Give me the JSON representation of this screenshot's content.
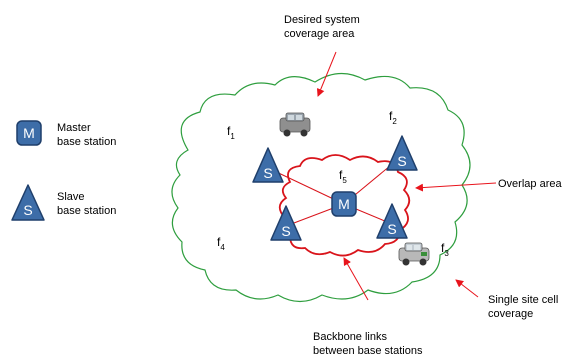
{
  "legend": {
    "master_letter": "M",
    "master_line1": "Master",
    "master_line2": "base station",
    "slave_letter": "S",
    "slave_line1": "Slave",
    "slave_line2": "base station"
  },
  "callouts": {
    "desired_line1": "Desired system",
    "desired_line2": "coverage area",
    "overlap": "Overlap area",
    "single_line1": "Single site cell",
    "single_line2": "coverage",
    "backbone_line1": "Backbone links",
    "backbone_line2": "between base stations"
  },
  "frequencies": {
    "f1": {
      "base": "f",
      "sub": "1"
    },
    "f2": {
      "base": "f",
      "sub": "2"
    },
    "f3": {
      "base": "f",
      "sub": "3"
    },
    "f4": {
      "base": "f",
      "sub": "4"
    },
    "f5": {
      "base": "f",
      "sub": "5"
    }
  },
  "nodes": {
    "master_letter": "M",
    "slave_letter": "S"
  },
  "colors": {
    "station_fill": "#3d6da8",
    "station_stroke": "#1f3f6b",
    "green_cloud": "#2e9e3e",
    "red_cloud": "#d9141b",
    "arrow": "#e8141c"
  }
}
